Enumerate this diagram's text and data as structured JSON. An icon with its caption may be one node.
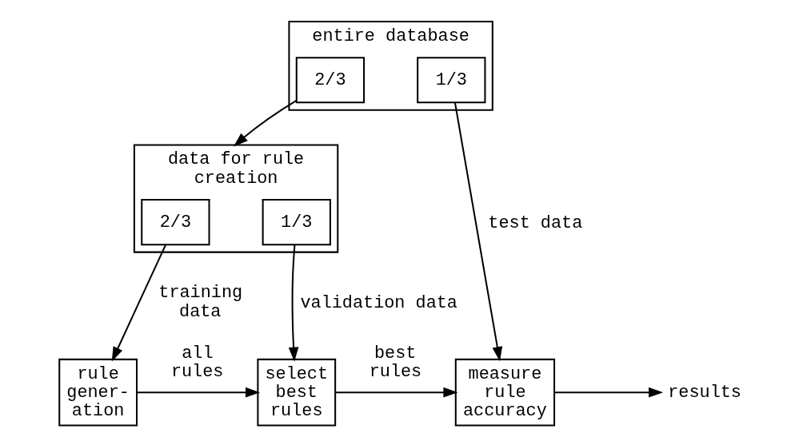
{
  "diagram": {
    "nodes": [
      {
        "text": [
          "entire database"
        ]
      },
      {
        "text": [
          "2/3"
        ],
        "in": 0
      },
      {
        "text": [
          "1/3"
        ],
        "in": 0
      },
      {
        "text": [
          "data for rule creation"
        ]
      },
      {
        "text": [
          "2/3"
        ],
        "in": 3
      },
      {
        "text": [
          "1/3"
        ],
        "in": 3
      },
      {
        "text": [
          "rule gener- ation"
        ]
      },
      {
        "text": [
          "select best rules"
        ]
      },
      {
        "text": [
          "measure rule accuracy"
        ]
      },
      {
        "text": [
          "results"
        ]
      }
    ],
    "edges": [
      {
        "from": 1,
        "to": 3,
        "arrow": "to"
      },
      {
        "from": 2,
        "to": 8,
        "arrow": "to",
        "label": "test data"
      },
      {
        "from": 5,
        "to": 7,
        "arrow": "to",
        "label": "validation data"
      },
      {
        "from": 4,
        "to": 6,
        "arrow": "to",
        "label": "training data"
      },
      {
        "from": 6,
        "to": 7,
        "arrow": "to",
        "label": "all rules"
      },
      {
        "from": 7,
        "to": 8,
        "arrow": "to",
        "label": "best rules"
      },
      {
        "from": 8,
        "to": 9,
        "arrow": "to"
      }
    ]
  }
}
